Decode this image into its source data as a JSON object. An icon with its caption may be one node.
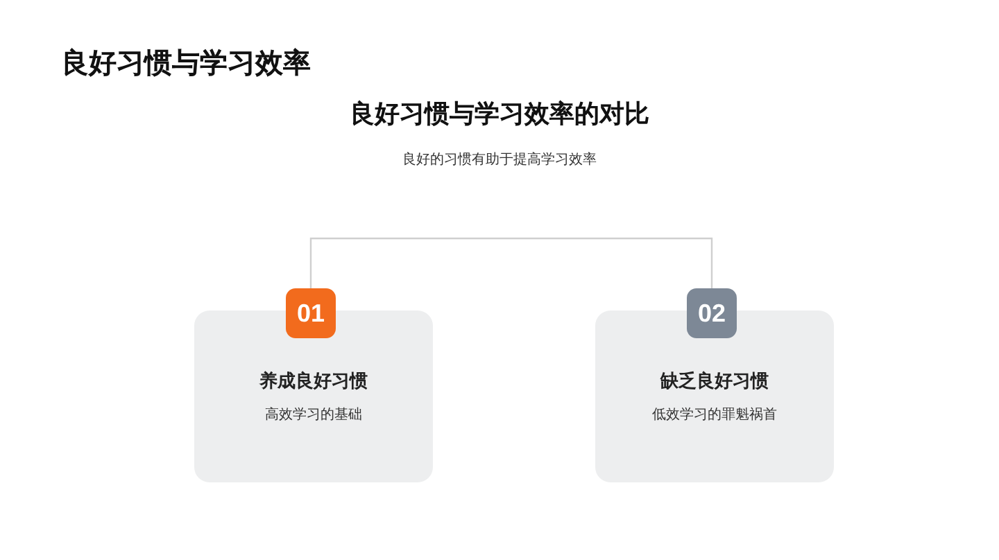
{
  "diagram": {
    "title": "良好习惯与学习效率",
    "nodes": [
      {
        "text": [
          "01"
        ]
      },
      {
        "text": [
          "养成良好习惯",
          "高效学习的基础"
        ]
      },
      {
        "text": [
          "02"
        ]
      },
      {
        "text": [
          "缺乏良好习惯",
          "低效学习的罪魁祸首"
        ]
      }
    ],
    "edges": [
      {
        "from": 0,
        "to": 2,
        "arrow": "none"
      }
    ],
    "labels": [
      "良好习惯与学习效率的对比",
      "良好的习惯有助于提高学习效率"
    ]
  }
}
